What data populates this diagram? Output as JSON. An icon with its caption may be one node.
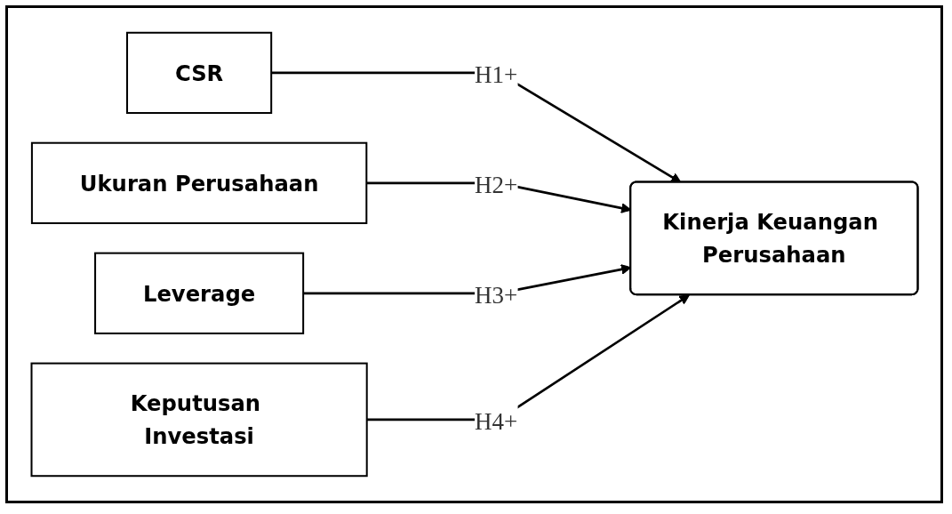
{
  "diagram": {
    "nodes": [
      {
        "text": [
          "CSR"
        ]
      },
      {
        "text": [
          "Ukuran Perusahaan"
        ]
      },
      {
        "text": [
          "Leverage"
        ]
      },
      {
        "text": [
          "Keputusan Investasi"
        ]
      },
      {
        "text": [
          "Kinerja Keuangan Perusahaan"
        ]
      }
    ],
    "edges": [
      {
        "from": 0,
        "to": 4,
        "arrow": "to",
        "label": "H1+"
      },
      {
        "from": 1,
        "to": 4,
        "arrow": "to",
        "label": "H2+"
      },
      {
        "from": 2,
        "to": 4,
        "arrow": "to",
        "label": "H3+"
      },
      {
        "from": 3,
        "to": 4,
        "arrow": "to",
        "label": "H4+"
      }
    ]
  }
}
